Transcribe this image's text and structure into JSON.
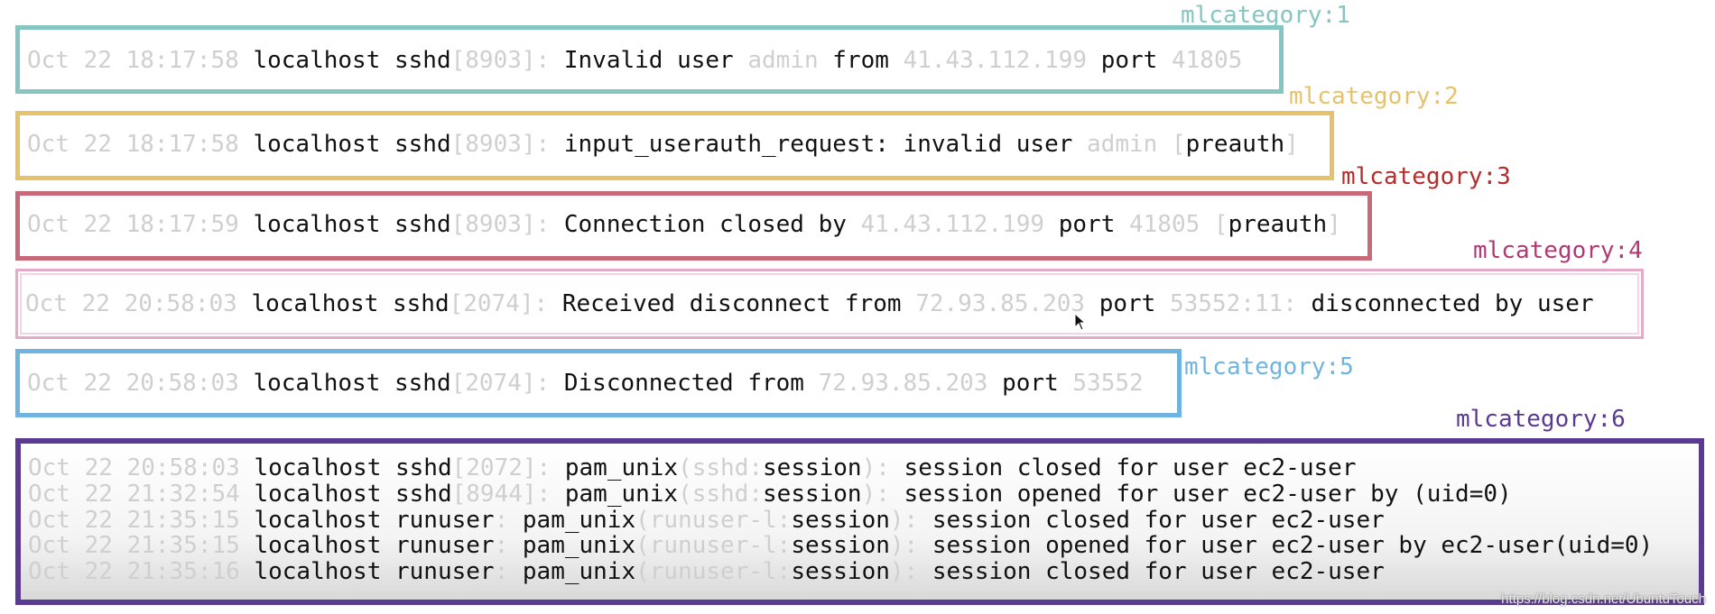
{
  "colors": {
    "cat1": "#86c6c2",
    "cat2": "#e6c26b",
    "cat3": "#c96a7a",
    "cat4": "#e7a9c9",
    "cat4_label": "#b03a74",
    "cat5": "#6fb3e0",
    "cat6": "#5b3a93",
    "cat3_label": "#b52c2c"
  },
  "categories": [
    {
      "label": "mlcategory:1",
      "lines": [
        [
          [
            "Oct 22 18:17:58",
            true
          ],
          [
            " localhost sshd",
            false
          ],
          [
            "[8903]:",
            true
          ],
          [
            " Invalid user ",
            false
          ],
          [
            "admin",
            true
          ],
          [
            " from ",
            false
          ],
          [
            "41.43.112.199",
            true
          ],
          [
            " port ",
            false
          ],
          [
            "41805",
            true
          ]
        ]
      ]
    },
    {
      "label": "mlcategory:2",
      "lines": [
        [
          [
            "Oct 22 18:17:58",
            true
          ],
          [
            " localhost sshd",
            false
          ],
          [
            "[8903]:",
            true
          ],
          [
            " input_userauth_request: invalid user ",
            false
          ],
          [
            "admin",
            true
          ],
          [
            " [",
            true
          ],
          [
            "preauth",
            false
          ],
          [
            "]",
            true
          ]
        ]
      ]
    },
    {
      "label": "mlcategory:3",
      "lines": [
        [
          [
            "Oct 22 18:17:59",
            true
          ],
          [
            " localhost sshd",
            false
          ],
          [
            "[8903]:",
            true
          ],
          [
            " Connection closed by ",
            false
          ],
          [
            "41.43.112.199",
            true
          ],
          [
            " port ",
            false
          ],
          [
            "41805",
            true
          ],
          [
            " [",
            true
          ],
          [
            "preauth",
            false
          ],
          [
            "]",
            true
          ]
        ]
      ]
    },
    {
      "label": "mlcategory:4",
      "lines": [
        [
          [
            "Oct 22 20:58:03",
            true
          ],
          [
            " localhost sshd",
            false
          ],
          [
            "[2074]:",
            true
          ],
          [
            " Received disconnect from ",
            false
          ],
          [
            "72.93.85.203",
            true
          ],
          [
            " port ",
            false
          ],
          [
            "53552:11:",
            true
          ],
          [
            " disconnected by user",
            false
          ]
        ]
      ]
    },
    {
      "label": "mlcategory:5",
      "lines": [
        [
          [
            "Oct 22 20:58:03",
            true
          ],
          [
            " localhost sshd",
            false
          ],
          [
            "[2074]:",
            true
          ],
          [
            " Disconnected from ",
            false
          ],
          [
            "72.93.85.203",
            true
          ],
          [
            " port ",
            false
          ],
          [
            "53552",
            true
          ]
        ]
      ]
    },
    {
      "label": "mlcategory:6",
      "lines": [
        [
          [
            "Oct 22 20:58:03",
            true
          ],
          [
            " localhost sshd",
            false
          ],
          [
            "[2072]:",
            true
          ],
          [
            " pam_unix",
            false
          ],
          [
            "(sshd:",
            true
          ],
          [
            "session",
            false
          ],
          [
            "):",
            true
          ],
          [
            " session closed for user ec2-user",
            false
          ]
        ],
        [
          [
            "Oct 22 21:32:54",
            true
          ],
          [
            " localhost sshd",
            false
          ],
          [
            "[8944]:",
            true
          ],
          [
            " pam_unix",
            false
          ],
          [
            "(sshd:",
            true
          ],
          [
            "session",
            false
          ],
          [
            "):",
            true
          ],
          [
            " session opened for user ec2-user by (uid=0)",
            false
          ]
        ],
        [
          [
            "Oct 22 21:35:15",
            true
          ],
          [
            " localhost runuser",
            false
          ],
          [
            ":",
            true
          ],
          [
            " pam_unix",
            false
          ],
          [
            "(runuser-l:",
            true
          ],
          [
            "session",
            false
          ],
          [
            "):",
            true
          ],
          [
            " session closed for user ec2-user",
            false
          ]
        ],
        [
          [
            "Oct 22 21:35:15",
            true
          ],
          [
            " localhost runuser",
            false
          ],
          [
            ":",
            true
          ],
          [
            " pam_unix",
            false
          ],
          [
            "(runuser-l:",
            true
          ],
          [
            "session",
            false
          ],
          [
            "):",
            true
          ],
          [
            " session opened for user ec2-user by ec2-user(uid=0)",
            false
          ]
        ],
        [
          [
            "Oct 22 21:35:16",
            true
          ],
          [
            " localhost runuser",
            false
          ],
          [
            ":",
            true
          ],
          [
            " pam_unix",
            false
          ],
          [
            "(runuser-l:",
            true
          ],
          [
            "session",
            false
          ],
          [
            "):",
            true
          ],
          [
            " session closed for user ec2-user",
            false
          ]
        ]
      ]
    }
  ],
  "watermark": "https://blog.csdn.net/UbuntuTouch"
}
